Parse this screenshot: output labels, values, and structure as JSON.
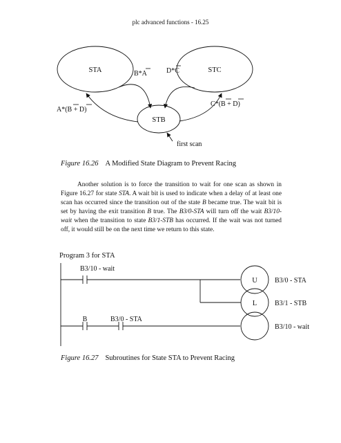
{
  "header": {
    "text": "plc advanced functions - 16.25"
  },
  "state_diagram": {
    "states": {
      "sta": "STA",
      "stb": "STB",
      "stc": "STC"
    },
    "transitions": {
      "ab_label": "B*A",
      "bc_label": "D*C",
      "ba_label": "A*(B + D)",
      "cb_label": "C*(B + D)",
      "first_scan": "first scan"
    }
  },
  "figure_16_26": {
    "number": "Figure 16.26",
    "title": "A Modified State Diagram to Prevent Racing"
  },
  "paragraph": {
    "p1": "Another solution is to force the transition to wait for one scan as shown in Figure 16.27 for state ",
    "i1": "STA",
    "p2": ". A wait bit is used to indicate when a delay of at least one scan has occurred since the transition out of the state ",
    "i2": "B",
    "p3": " became true. The wait bit is set by having the exit transition ",
    "i3": "B",
    "p4": " true. The ",
    "i4": "B3/0-STA",
    "p5": " will turn off the wait ",
    "i5": "B3/10-wait",
    "p6": " when the transition to state ",
    "i6": "B3/1-STB",
    "p7": " has occurred. If the wait was not turned off, it would still be on the next time we return to this state."
  },
  "program_label": "Program 3 for STA",
  "ladder": {
    "rung1": {
      "contact_label": "B3/10 - wait",
      "unlatch_symbol": "U",
      "unlatch_label": "B3/0 - STA",
      "latch_symbol": "L",
      "latch_label": "B3/1 - STB"
    },
    "rung2": {
      "contact1_label": "B",
      "contact2_label": "B3/0 - STA",
      "output_label": "B3/10 - wait"
    }
  },
  "figure_16_27": {
    "number": "Figure 16.27",
    "title": "Subroutines for State STA to Prevent Racing"
  }
}
